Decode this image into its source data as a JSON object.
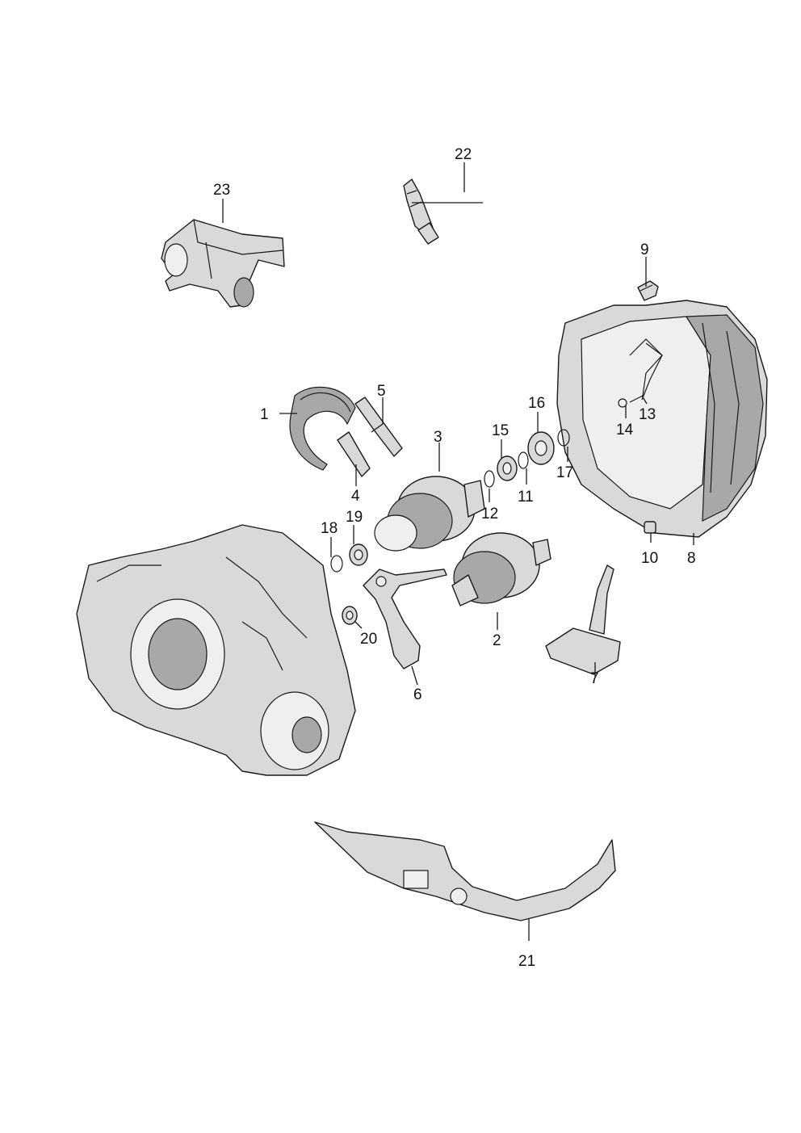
{
  "callouts": [
    "1",
    "2",
    "3",
    "4",
    "5",
    "6",
    "7",
    "8",
    "9",
    "10",
    "11",
    "12",
    "13",
    "14",
    "15",
    "16",
    "17",
    "18",
    "19",
    "20",
    "21",
    "22",
    "23"
  ],
  "colors": {
    "line": "#1a1a1a",
    "fill": "#d9d9d9",
    "shade": "#a8a8a8",
    "background": "#ffffff"
  }
}
